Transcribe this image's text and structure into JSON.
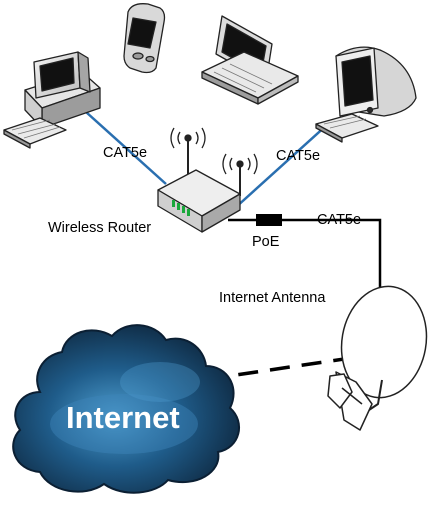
{
  "labels": {
    "cable_left": "CAT5e",
    "cable_right": "CAT5e",
    "cable_antenna": "CAT5e",
    "poe": "PoE",
    "router": "Wireless Router",
    "antenna": "Internet Antenna",
    "internet": "Internet"
  },
  "colors": {
    "cable_blue": "#2a6fb0",
    "cable_black": "#000000",
    "cloud_dark": "#0b1f33",
    "led_green": "#18a83a"
  },
  "icons": [
    "desktop-computer-icon",
    "pda-icon",
    "laptop-icon",
    "imac-computer-icon",
    "wireless-router-icon",
    "poe-injector-icon",
    "satellite-dish-icon",
    "internet-cloud-icon"
  ]
}
